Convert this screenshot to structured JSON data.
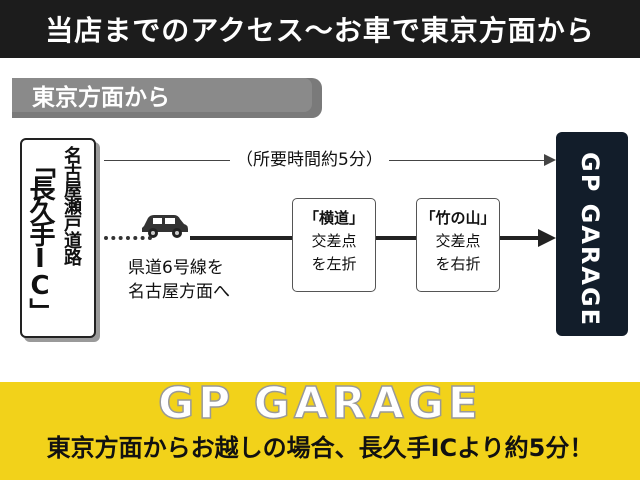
{
  "header": {
    "title": "当店までのアクセス〜お車で東京方面から"
  },
  "section": {
    "tab_label": "東京方面から"
  },
  "start": {
    "road": "名古屋瀬戸道路",
    "interchange": "「長久手IC」"
  },
  "route": {
    "time_label": "（所要時間約5分）",
    "road_instruction_1": "県道6号線を",
    "road_instruction_2": "名古屋方面へ"
  },
  "crossings": [
    {
      "name": "「横道」",
      "line1": "交差点",
      "line2": "を左折"
    },
    {
      "name": "「竹の山」",
      "line1": "交差点",
      "line2": "を右折"
    }
  ],
  "destination": {
    "name": "GP GARAGE"
  },
  "footer": {
    "logo": "GP GARAGE",
    "message": "東京方面からお越しの場合、長久手ICより約5分！"
  },
  "colors": {
    "banner": "#1c1c1c",
    "destination_bg": "#121d2a",
    "footer_bg": "#f2d21a"
  },
  "icons": {
    "vehicle": "car-icon"
  }
}
